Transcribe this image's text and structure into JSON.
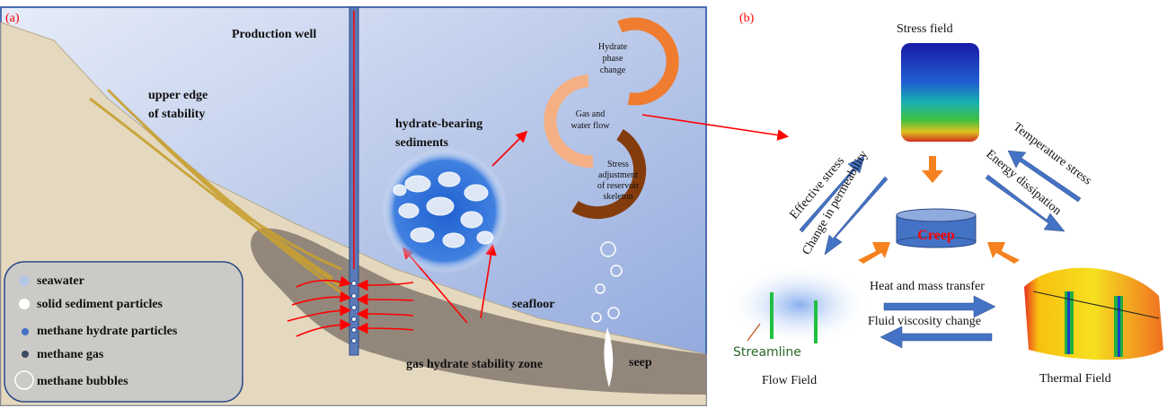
{
  "panel_a": {
    "label": "(a)",
    "production_well": "Production well",
    "upper_edge": [
      "upper edge",
      "of stability"
    ],
    "hydrate_sediments": [
      "hydrate-bearing",
      "sediments"
    ],
    "seafloor": "seafloor",
    "seep": "seep",
    "stability_zone": "gas hydrate stability zone",
    "cycle": {
      "phase_change": [
        "Hydrate",
        "phase",
        "change"
      ],
      "gas_water": [
        "Gas and",
        "water flow"
      ],
      "stress_adjust": [
        "Stress",
        "adjustment",
        "of reservoir",
        "skeleton"
      ]
    },
    "legend": [
      {
        "label": "seawater",
        "color": "#b4c8e6"
      },
      {
        "label": "solid sediment particles",
        "color": "#ffffff"
      },
      {
        "label": "methane hydrate particles",
        "color": "#4472c4"
      },
      {
        "label": "methane gas",
        "color": "#3a4a60"
      },
      {
        "label": "methane bubbles",
        "color": "none"
      }
    ]
  },
  "panel_b": {
    "label": "(b)",
    "stress_field": "Stress field",
    "creep": "Creep",
    "effective_stress": "Effective stress",
    "change_permeability": "Change in permeability",
    "temperature_stress": "Temperature stress",
    "energy_dissipation": "Energy dissipation",
    "heat_mass": "Heat and mass transfer",
    "fluid_viscosity": "Fluid viscosity change",
    "streamline": "Streamline",
    "flow_field": "Flow Field",
    "thermal_field": "Thermal Field"
  },
  "colors": {
    "arrow_blue": "#4472c4",
    "arrow_orange": "#f5821f",
    "red": "#ff0000",
    "creep_text": "#ff0000"
  }
}
